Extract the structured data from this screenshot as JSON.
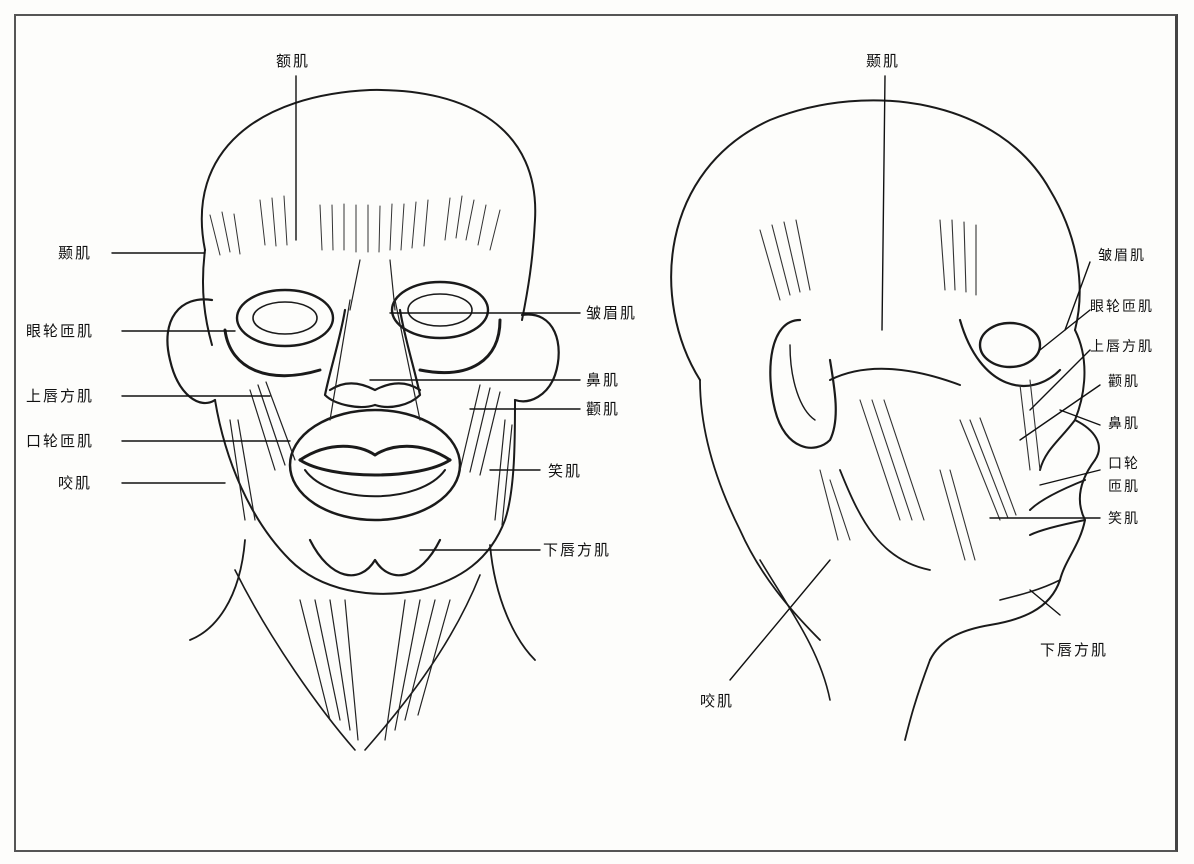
{
  "front_view": {
    "labels": {
      "frontalis": "额肌",
      "temporalis": "颞肌",
      "orbicularis_oculi": "眼轮匝肌",
      "corrugator": "皱眉肌",
      "levator_labii": "上唇方肌",
      "nasalis": "鼻肌",
      "zygomaticus": "颧肌",
      "orbicularis_oris": "口轮匝肌",
      "masseter": "咬肌",
      "risorius": "笑肌",
      "depressor_labii": "下唇方肌"
    }
  },
  "side_view": {
    "labels": {
      "temporalis": "颞肌",
      "corrugator": "皱眉肌",
      "orbicularis_oculi": "眼轮匝肌",
      "levator_labii": "上唇方肌",
      "zygomaticus": "颧肌",
      "nasalis": "鼻肌",
      "orbicularis_oris_line1": "口轮",
      "orbicularis_oris_line2": "匝肌",
      "risorius": "笑肌",
      "depressor_labii": "下唇方肌",
      "masseter": "咬肌"
    }
  }
}
